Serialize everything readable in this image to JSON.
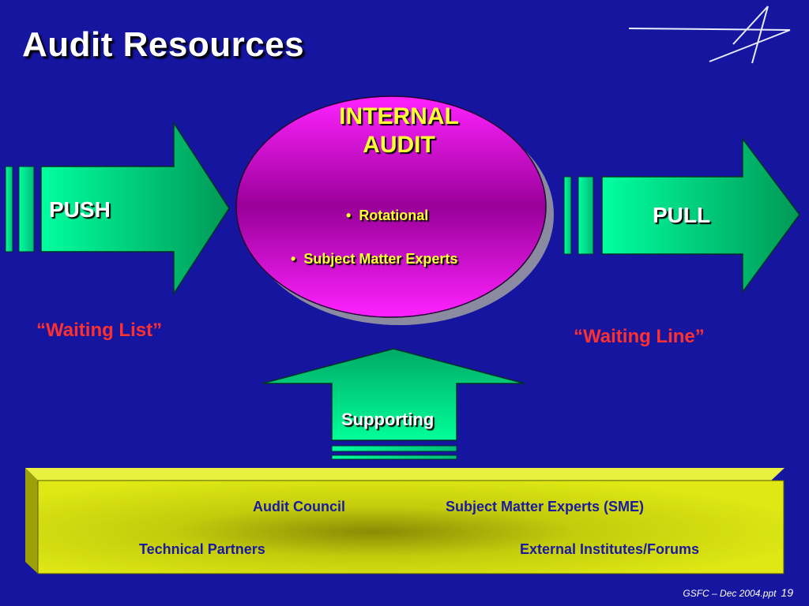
{
  "title": "Audit Resources",
  "center": {
    "title_line1": "INTERNAL",
    "title_line2": "AUDIT",
    "bullets": [
      "Rotational",
      "Subject Matter Experts"
    ]
  },
  "push": {
    "label": "PUSH",
    "caption": "“Waiting List”"
  },
  "pull": {
    "label": "PULL",
    "caption": "“Waiting Line”"
  },
  "supporting": {
    "label": "Supporting"
  },
  "bottom_panel": {
    "items": [
      "Audit Council",
      "Subject Matter Experts (SME)",
      "Technical Partners",
      "External Institutes/Forums"
    ]
  },
  "footer": {
    "source": "GSFC – Dec 2004.ppt",
    "page": "19"
  },
  "colors": {
    "background": "#1515a0",
    "arrow_green": "#00cc77",
    "ellipse_magenta": "#ff00ff",
    "panel_yellow": "#d4dd10",
    "caption_red": "#ff3030",
    "title_yellow": "#ffff33"
  }
}
